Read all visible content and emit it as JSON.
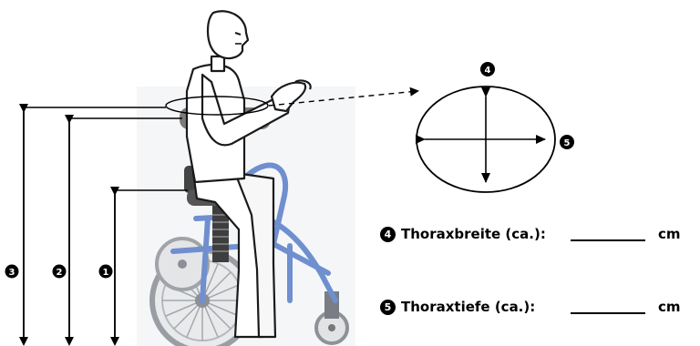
{
  "markers": {
    "one": "1",
    "two": "2",
    "three": "3",
    "four": "4",
    "five": "5"
  },
  "fields": [
    {
      "marker": "4",
      "label": "Thoraxbreite (ca.):",
      "unit": "cm"
    },
    {
      "marker": "5",
      "label": "Thoraxtiefe (ca.):",
      "unit": "cm"
    }
  ]
}
